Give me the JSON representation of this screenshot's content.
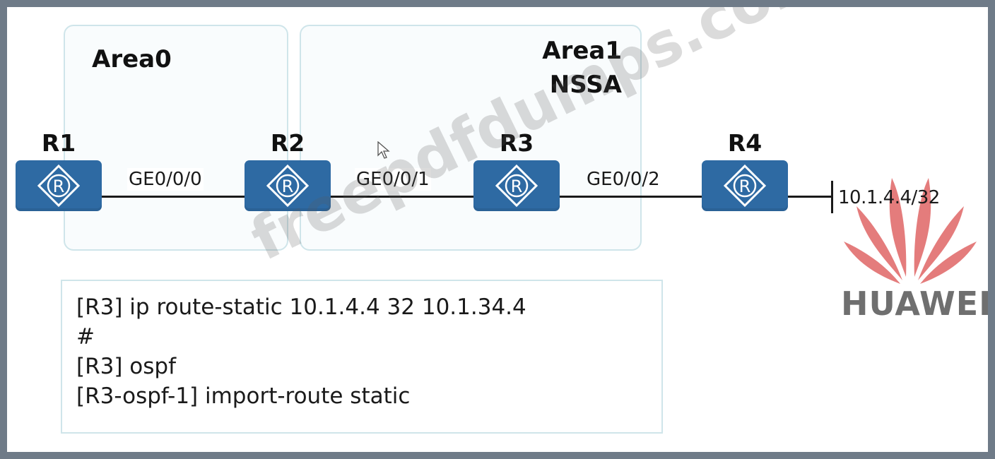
{
  "areas": {
    "area0": "Area0",
    "area1": "Area1",
    "area1_type": "NSSA"
  },
  "routers": [
    {
      "name": "R1",
      "symbol": "R"
    },
    {
      "name": "R2",
      "symbol": "R"
    },
    {
      "name": "R3",
      "symbol": "R"
    },
    {
      "name": "R4",
      "symbol": "R"
    }
  ],
  "links": [
    {
      "interface": "GE0/0/0"
    },
    {
      "interface": "GE0/0/1"
    },
    {
      "interface": "GE0/0/2"
    }
  ],
  "network": {
    "prefix": "10.1.4.4/32"
  },
  "config": [
    "[R3] ip route-static 10.1.4.4 32 10.1.34.4",
    "#",
    "[R3] ospf",
    "[R3-ospf-1] import-route static"
  ],
  "watermark": "freepdfdumps.com",
  "logo": {
    "name": "huawei-logo",
    "text": "HUAWEI"
  },
  "colors": {
    "router": "#2e6aa3",
    "area_border": "#cfe5ea",
    "logo_red": "#d94a4a"
  }
}
